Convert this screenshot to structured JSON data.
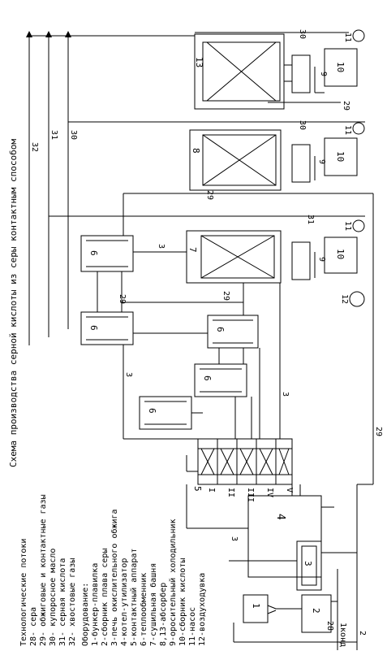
{
  "title": "Схема производства серной кислоты из серы контактным способом",
  "legend": {
    "streams_header": "Технологические потоки",
    "streams": [
      "28- сера",
      "29- обжиговые и контактные газы",
      "30- купоросное масло",
      "31- серная кислота",
      "32- хвостовые газы"
    ],
    "equipment_header": "Оборудование:",
    "equipment": [
      "1-бункер-плавилка",
      "2-сборник плава серы",
      "3-печь окислительного обжига",
      "4-котел-утилизатор",
      "5-контактный аппарат",
      "6-теплообменник",
      "7-сушильная башня",
      "8,13-абсорбер",
      "9-оросительный холодильник",
      "10-сборник кислоты",
      "11-насос",
      "12-воздуходувка"
    ]
  },
  "diagram": {
    "unit_labels": {
      "u1": "1",
      "u2": "2",
      "u3": "3",
      "u4": "4",
      "u5": "5",
      "hx": "6",
      "u7": "7",
      "u8": "8",
      "u9": "9",
      "u10": "10",
      "u11": "11",
      "u12": "12",
      "u13": "13"
    },
    "stage_labels": [
      "I",
      "II",
      "III",
      "IV",
      "V"
    ],
    "stream_labels": {
      "s28": "28",
      "s29": "29",
      "s30": "30",
      "s31": "31",
      "s32": "32",
      "s3": "3",
      "kond": "1конд",
      "s2": "2"
    }
  }
}
